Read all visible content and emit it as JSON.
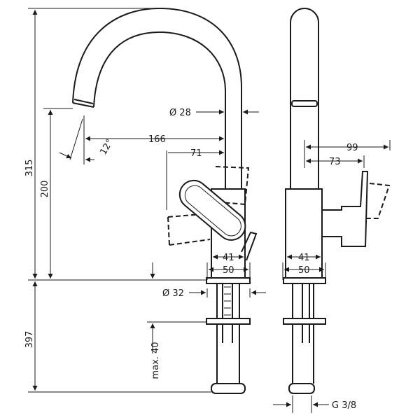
{
  "drawing": {
    "front_view": {
      "height_total": "315",
      "spout_height": "200",
      "below_deck": "397",
      "max_deck_thickness": "max. 40",
      "spout_diameter": "Ø 28",
      "spout_reach": "166",
      "swivel_angle": "12°",
      "handle_offset": "71",
      "body_width_inner": "41",
      "body_width_outer": "50",
      "base_diameter": "Ø 32"
    },
    "side_view": {
      "handle_reach": "99",
      "handle_offset": "73",
      "body_width_inner": "41",
      "body_width_outer": "50",
      "connection_thread": "G 3/8"
    }
  }
}
